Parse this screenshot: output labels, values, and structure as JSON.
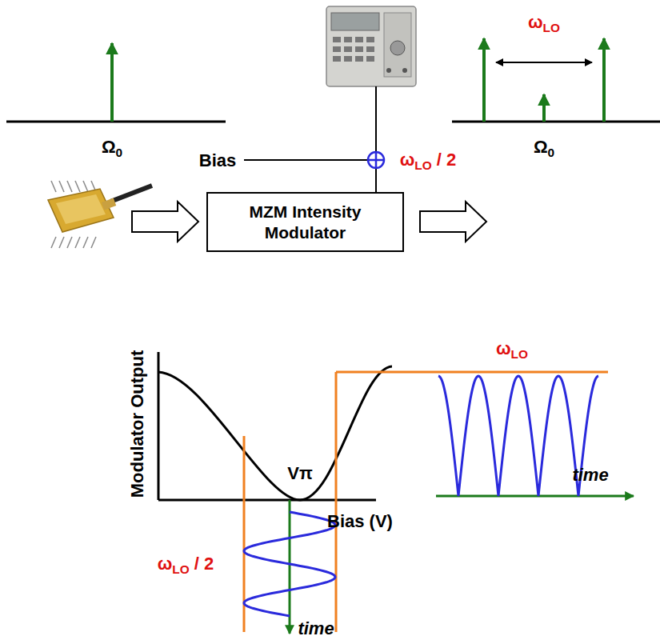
{
  "diagram": {
    "nodes": [
      {
        "text": [
          "MZM Intensity Modulator"
        ]
      }
    ],
    "edges": [],
    "labels": [
      "Ω0",
      "ωLO",
      "Ω0",
      "Bias",
      "ωLO / 2",
      "Modulator Output",
      "Vπ",
      "Bias (V)",
      "ωLO",
      "time",
      "ωLO / 2",
      "time"
    ]
  }
}
